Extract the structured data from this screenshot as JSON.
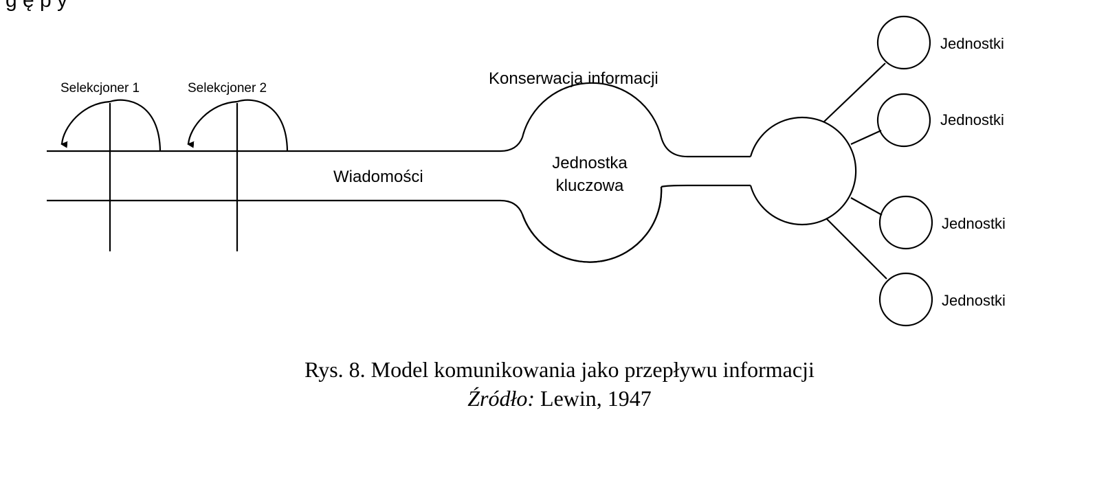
{
  "diagram": {
    "top_partial_text": "g         ę   p                                        y",
    "selector_1": "Selekcjoner 1",
    "selector_2": "Selekcjoner 2",
    "conservation_label": "Konserwacja informacji",
    "messages_label": "Wiadomości",
    "key_unit_line1": "Jednostka",
    "key_unit_line2": "kluczowa",
    "units": [
      "Jednostki",
      "Jednostki",
      "Jednostki",
      "Jednostki"
    ]
  },
  "caption": {
    "title": "Rys. 8.  Model komunikowania jako przepływu informacji",
    "source_label": "Źródło:",
    "source_value": "Lewin, 1947"
  }
}
